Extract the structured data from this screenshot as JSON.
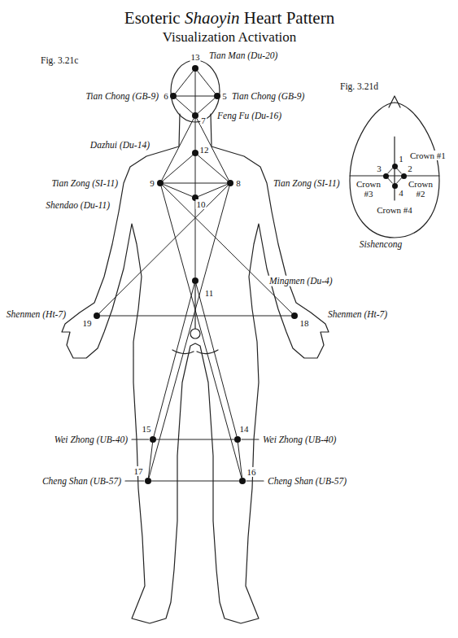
{
  "diagram": {
    "title": "Esoteric Shaoyin Heart Pattern",
    "nodes": [
      {
        "text": [
          "13",
          "Tian Man (Du-20)"
        ]
      },
      {
        "text": [
          "6",
          "Tian Chong (GB-9)"
        ]
      },
      {
        "text": [
          "5",
          "Tian Chong (GB-9)"
        ]
      },
      {
        "text": [
          "7",
          "Feng Fu (Du-16)"
        ]
      },
      {
        "text": [
          "12",
          "Dazhui (Du-14)"
        ]
      },
      {
        "text": [
          "9",
          "Tian Zong (SI-11)"
        ]
      },
      {
        "text": [
          "8",
          "Tian Zong (SI-11)"
        ]
      },
      {
        "text": [
          "10",
          "Shendao (Du-11)"
        ]
      },
      {
        "text": [
          "11",
          "Mingmen (Du-4)"
        ]
      },
      {
        "text": [
          "19",
          "Shenmen (Ht-7)"
        ]
      },
      {
        "text": [
          "18",
          "Shenmen (Ht-7)"
        ]
      },
      {
        "text": [
          "15",
          "Wei Zhong (UB-40)"
        ]
      },
      {
        "text": [
          "14",
          "Wei Zhong (UB-40)"
        ]
      },
      {
        "text": [
          "17",
          "Cheng Shan (UB-57)"
        ]
      },
      {
        "text": [
          "16",
          "Cheng Shan (UB-57)"
        ]
      },
      {
        "text": [
          "1",
          "Crown #1"
        ]
      },
      {
        "text": [
          "3",
          "Crown #3"
        ]
      },
      {
        "text": [
          "2",
          "Crown #2"
        ]
      },
      {
        "text": [
          "4",
          "Crown #4"
        ]
      }
    ],
    "edges": [
      {
        "from": 0,
        "to": 1,
        "arrow": "none"
      },
      {
        "from": 0,
        "to": 2,
        "arrow": "none"
      },
      {
        "from": 1,
        "to": 2,
        "arrow": "none"
      },
      {
        "from": 0,
        "to": 3,
        "arrow": "none"
      },
      {
        "from": 1,
        "to": 3,
        "arrow": "none"
      },
      {
        "from": 2,
        "to": 3,
        "arrow": "none"
      },
      {
        "from": 3,
        "to": 4,
        "arrow": "none"
      },
      {
        "from": 3,
        "to": 5,
        "arrow": "none"
      },
      {
        "from": 3,
        "to": 6,
        "arrow": "none"
      },
      {
        "from": 4,
        "to": 5,
        "arrow": "none"
      },
      {
        "from": 4,
        "to": 6,
        "arrow": "none"
      },
      {
        "from": 5,
        "to": 6,
        "arrow": "none"
      },
      {
        "from": 5,
        "to": 7,
        "arrow": "none"
      },
      {
        "from": 6,
        "to": 7,
        "arrow": "none"
      },
      {
        "from": 4,
        "to": 7,
        "arrow": "none"
      },
      {
        "from": 7,
        "to": 8,
        "arrow": "none"
      },
      {
        "from": 6,
        "to": 9,
        "arrow": "none"
      },
      {
        "from": 5,
        "to": 10,
        "arrow": "none"
      },
      {
        "from": 9,
        "to": 10,
        "arrow": "none"
      },
      {
        "from": 5,
        "to": 14,
        "arrow": "none"
      },
      {
        "from": 6,
        "to": 13,
        "arrow": "none"
      },
      {
        "from": 8,
        "to": 11,
        "arrow": "none"
      },
      {
        "from": 8,
        "to": 12,
        "arrow": "none"
      },
      {
        "from": 11,
        "to": 12,
        "arrow": "none"
      },
      {
        "from": 11,
        "to": 13,
        "arrow": "none"
      },
      {
        "from": 12,
        "to": 14,
        "arrow": "none"
      },
      {
        "from": 13,
        "to": 14,
        "arrow": "none"
      },
      {
        "from": 15,
        "to": 17,
        "arrow": "none"
      },
      {
        "from": 17,
        "to": 18,
        "arrow": "none"
      },
      {
        "from": 18,
        "to": 16,
        "arrow": "none"
      },
      {
        "from": 16,
        "to": 15,
        "arrow": "none"
      }
    ],
    "labels": [
      "Visualization Activation",
      "Fig. 3.21c",
      "Fig. 3.21d",
      "Sishencong"
    ]
  }
}
